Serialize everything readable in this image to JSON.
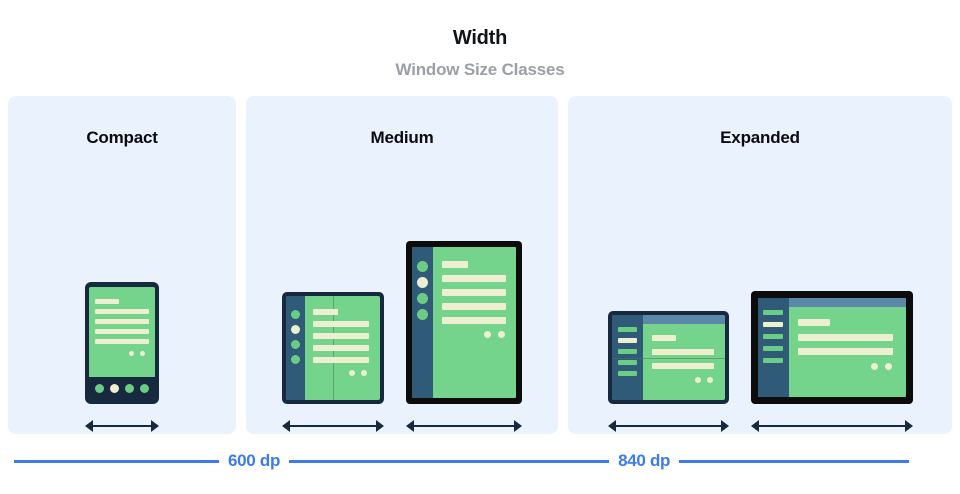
{
  "header": {
    "title": "Width",
    "subtitle": "Window Size Classes"
  },
  "panels": [
    {
      "id": "compact",
      "label": "Compact",
      "devices": [
        {
          "name": "phone-portrait",
          "type": "phone",
          "nav": "bottom-bar",
          "selected_index": 1,
          "nav_items": 4,
          "frame": "navy",
          "arrow_label": ""
        }
      ]
    },
    {
      "id": "medium",
      "label": "Medium",
      "devices": [
        {
          "name": "foldable-portrait",
          "type": "foldable",
          "nav": "rail-dots",
          "selected_index": 1,
          "nav_items": 4,
          "frame": "navy",
          "fold": "vertical",
          "arrow_label": ""
        },
        {
          "name": "tablet-portrait",
          "type": "tablet",
          "nav": "rail-dots",
          "selected_index": 1,
          "nav_items": 4,
          "frame": "black",
          "fold": "none",
          "arrow_label": ""
        }
      ]
    },
    {
      "id": "expanded",
      "label": "Expanded",
      "devices": [
        {
          "name": "foldable-landscape",
          "type": "foldable",
          "nav": "rail-bars",
          "selected_index": 1,
          "nav_items": 5,
          "frame": "navy",
          "fold": "horizontal",
          "arrow_label": ""
        },
        {
          "name": "tablet-landscape",
          "type": "tablet",
          "nav": "rail-bars",
          "selected_index": 1,
          "nav_items": 5,
          "frame": "black",
          "fold": "none",
          "arrow_label": ""
        }
      ]
    }
  ],
  "measurements": [
    {
      "label": "600 dp"
    },
    {
      "label": "840 dp"
    }
  ],
  "colors": {
    "panel_background": "#eaf2fd",
    "accent_blue": "#3e7bea",
    "device_green": "#74d48c",
    "device_cream": "#edefd0",
    "frame_navy": "#17293f",
    "frame_black": "#0c0c0c",
    "rail_blue": "#2f5a78",
    "topbar_blue": "#5b88a8",
    "title_color": "#111418",
    "subtitle_color": "#9aa0a6"
  }
}
